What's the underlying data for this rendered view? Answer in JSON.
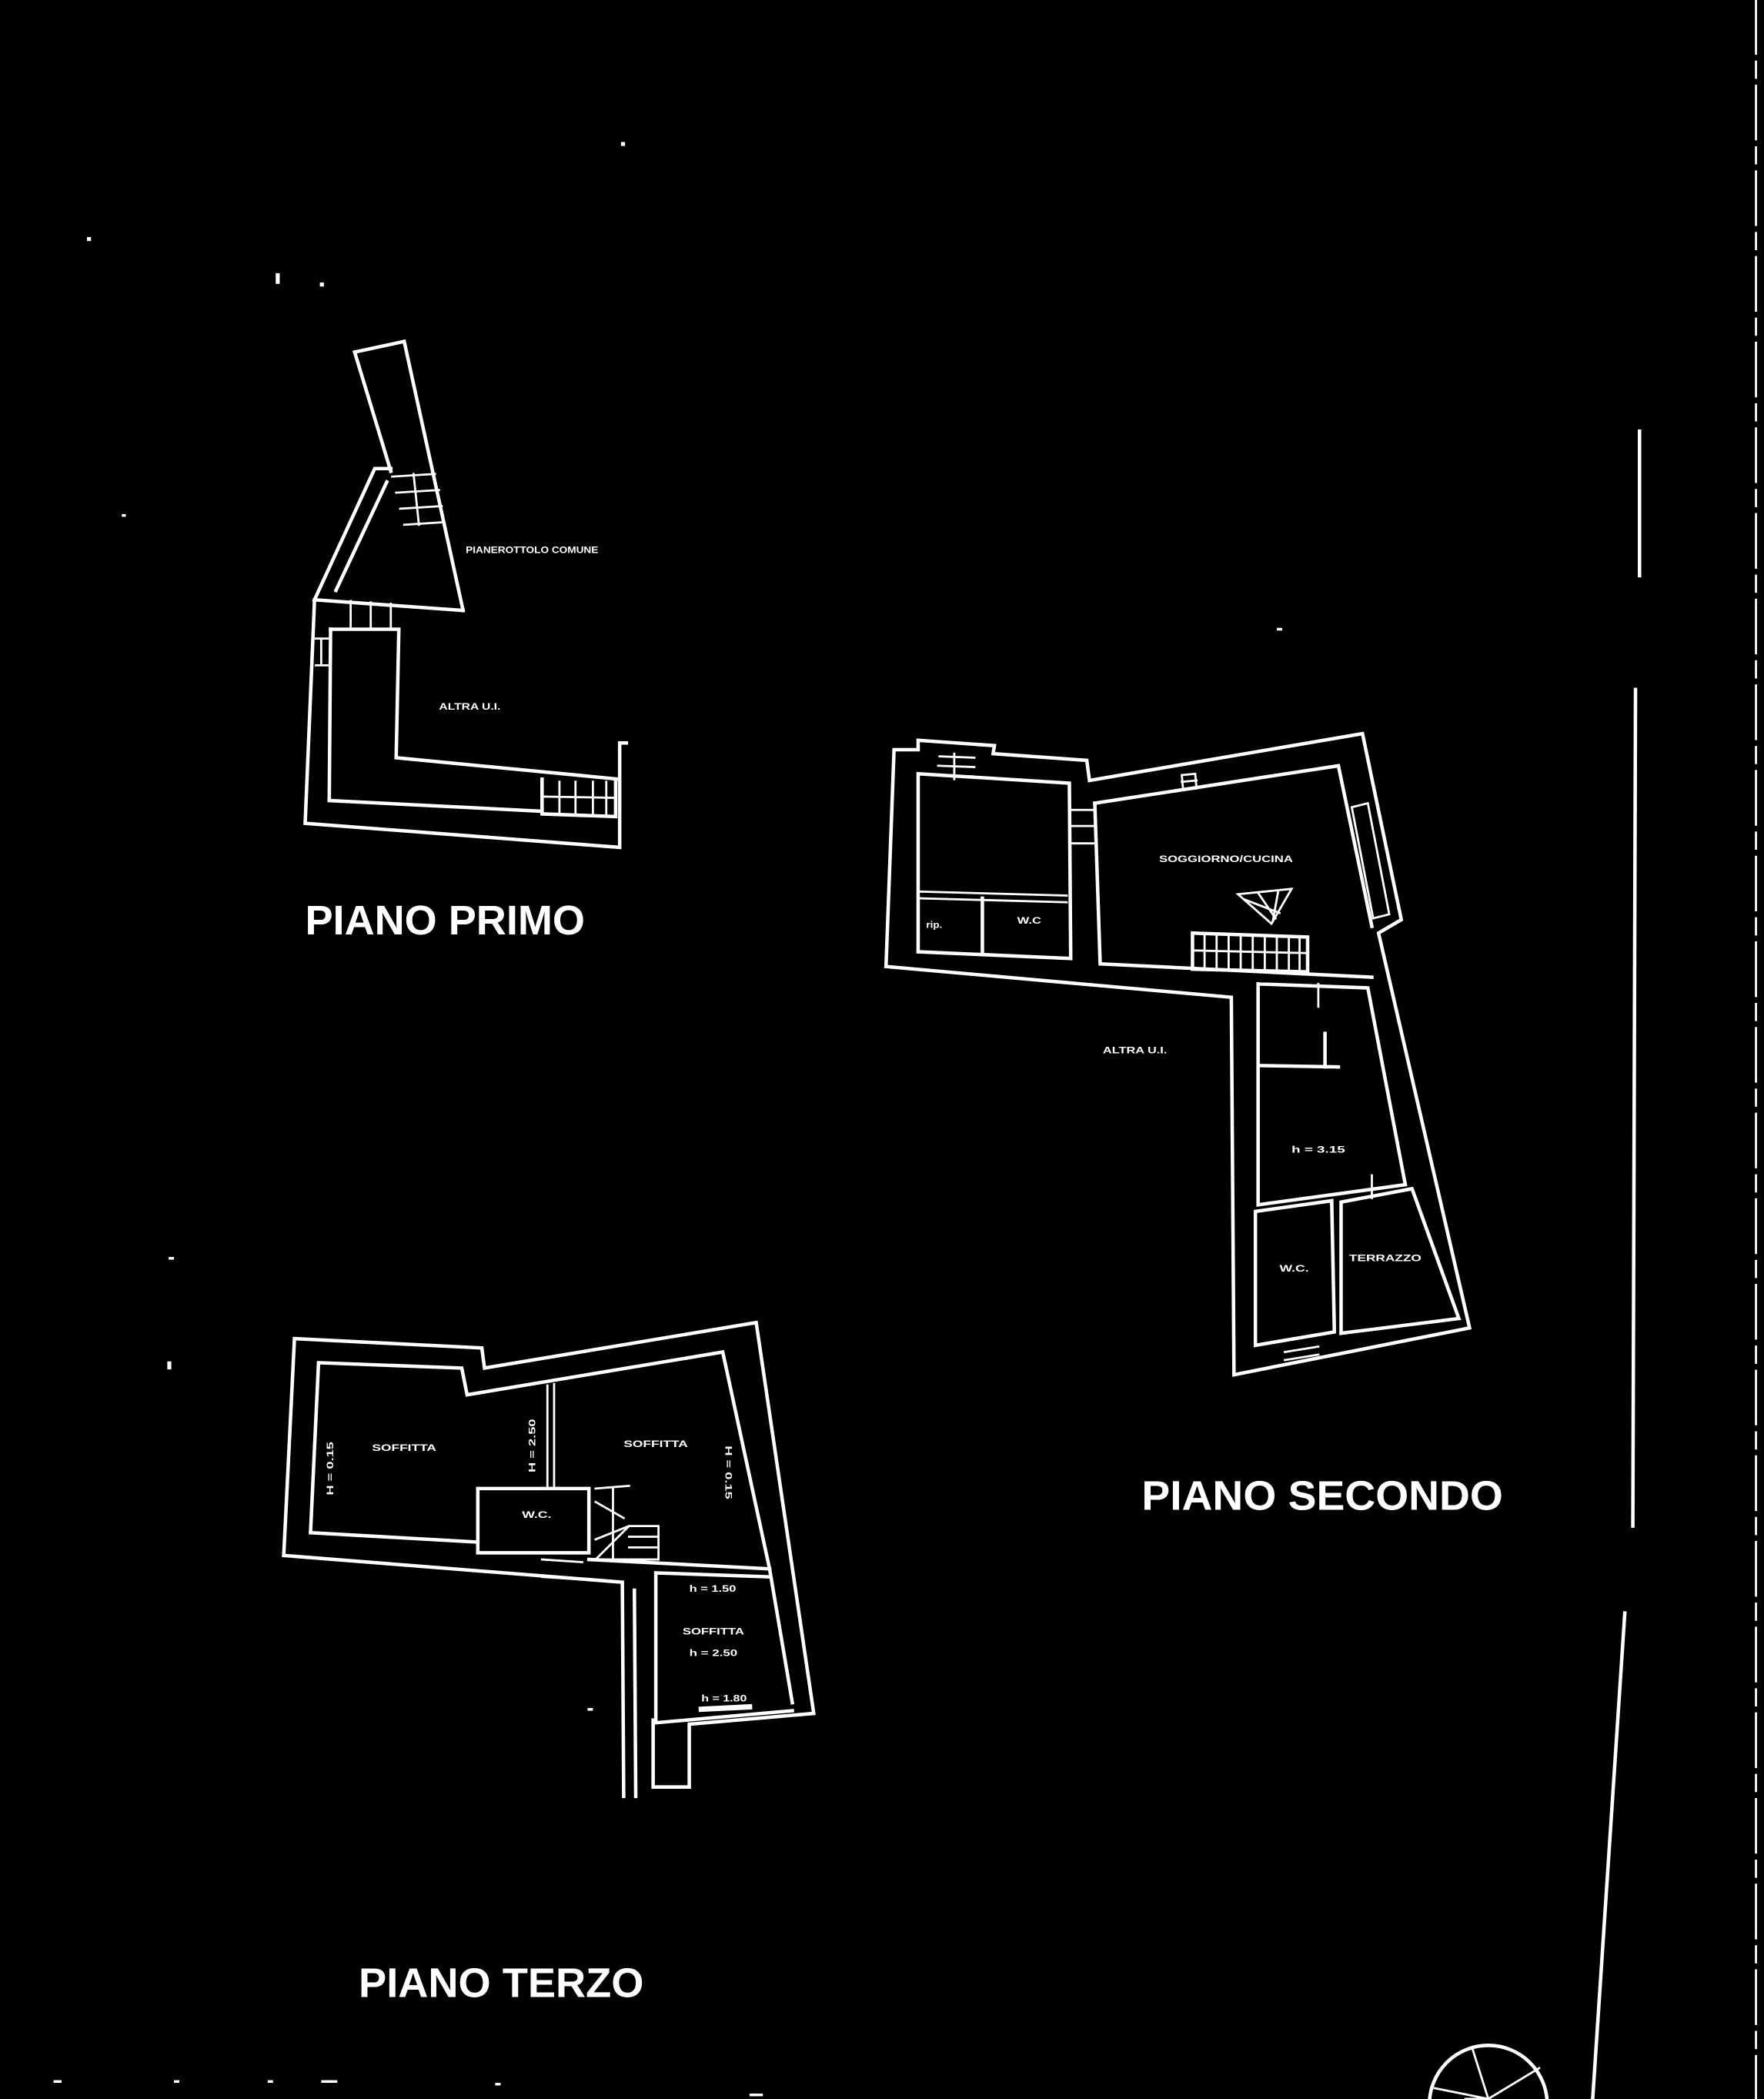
{
  "colors": {
    "background": "#000000",
    "lines": "#ffffff"
  },
  "piano_primo": {
    "title": "PIANO PRIMO",
    "landing_label": "PIANEROTTOLO COMUNE",
    "other_unit_label": "ALTRA U.I."
  },
  "piano_secondo": {
    "title": "PIANO SECONDO",
    "living_kitchen_label": "SOGGIORNO/CUCINA",
    "storage_label": "rip.",
    "wc_label": "W.C",
    "other_unit_label": "ALTRA U.I.",
    "room_height_label": "h = 3.15",
    "wc_2_label": "W.C.",
    "terrace_label": "TERRAZZO"
  },
  "piano_terzo": {
    "title": "PIANO TERZO",
    "attic_left_label": "SOFFITTA",
    "attic_left_height_label": "H = 0.15",
    "partition_height_label": "H = 2.50",
    "attic_right_label": "SOFFITTA",
    "attic_right_height_label": "H = 0.15",
    "wc_label": "W.C.",
    "attic_lower_top_height_label": "h = 1.50",
    "attic_lower_label": "SOFFITTA",
    "attic_lower_height_label": "h = 2.50",
    "attic_lower_bottom_height_label": "h = 1.80"
  }
}
